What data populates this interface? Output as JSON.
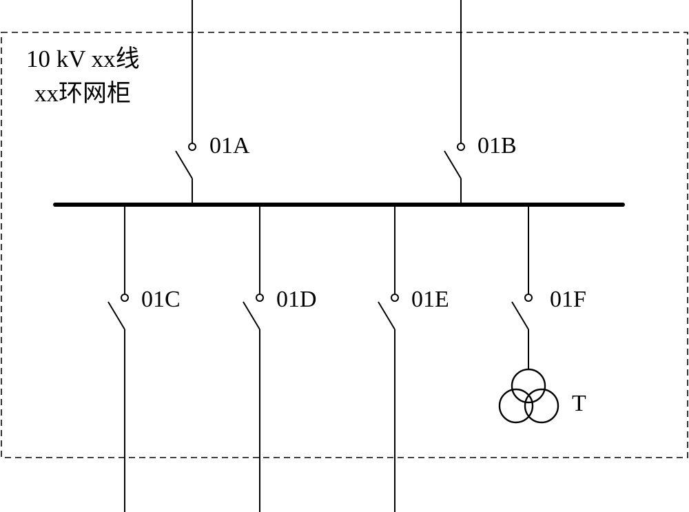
{
  "panel": {
    "title_line1": "10 kV xx线",
    "title_line2": "xx环网柜"
  },
  "switches": [
    {
      "id": "incoming-a",
      "label": "01A"
    },
    {
      "id": "incoming-b",
      "label": "01B"
    },
    {
      "id": "outgoing-c",
      "label": "01C"
    },
    {
      "id": "outgoing-d",
      "label": "01D"
    },
    {
      "id": "outgoing-e",
      "label": "01E"
    },
    {
      "id": "outgoing-f",
      "label": "01F"
    }
  ],
  "transformer": {
    "label": "T"
  }
}
